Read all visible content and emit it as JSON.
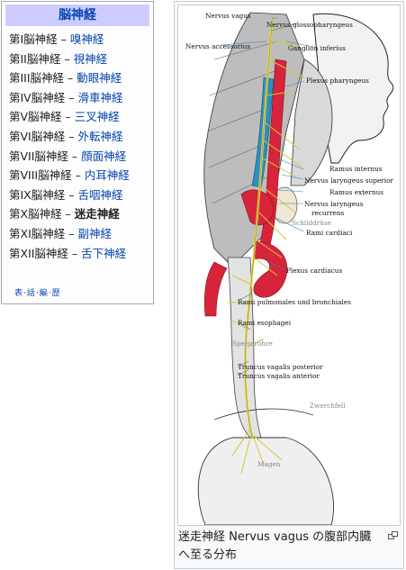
{
  "navbox": {
    "title": "脳神経",
    "items": [
      {
        "prefix": "第I脳神経",
        "sep": " – ",
        "target": "嗅神経",
        "current": false
      },
      {
        "prefix": "第II脳神経",
        "sep": " – ",
        "target": "視神経",
        "current": false
      },
      {
        "prefix": "第III脳神経",
        "sep": " – ",
        "target": "動眼神経",
        "current": false
      },
      {
        "prefix": "第IV脳神経",
        "sep": " – ",
        "target": "滑車神経",
        "current": false
      },
      {
        "prefix": "第V脳神経",
        "sep": " – ",
        "target": "三叉神経",
        "current": false
      },
      {
        "prefix": "第VI脳神経",
        "sep": " – ",
        "target": "外転神経",
        "current": false
      },
      {
        "prefix": "第VII脳神経",
        "sep": " – ",
        "target": "顔面神経",
        "current": false
      },
      {
        "prefix": "第VIII脳神経",
        "sep": " – ",
        "target": "内耳神経",
        "current": false
      },
      {
        "prefix": "第IX脳神経",
        "sep": " – ",
        "target": "舌咽神経",
        "current": false
      },
      {
        "prefix": "第X脳神経",
        "sep": " – ",
        "target": "迷走神経",
        "current": true
      },
      {
        "prefix": "第XI脳神経",
        "sep": " – ",
        "target": "副神経",
        "current": false
      },
      {
        "prefix": "第XII脳神経",
        "sep": " – ",
        "target": "舌下神経",
        "current": false
      }
    ],
    "vde": {
      "view": "表",
      "talk": "話",
      "edit": "編",
      "history": "歴",
      "dot": "·"
    }
  },
  "figure": {
    "caption": "迷走神経 Nervus vagus の腹部内臓へ至る分布",
    "magnify_icon": "magnify-clip-icon",
    "labels": {
      "nervus_vagus": "Nervus vagus",
      "glossopharyngeus": "Nervus glossopharyngeus",
      "accessorius": "Nervus accessorius",
      "ganglion": "Ganglion inferius",
      "plexus_pharyngeus": "Plexus pharyngeus",
      "ramus_internus": "Ramus internus",
      "laryngeus_superior": "Nervus laryngeus superior",
      "ramus_externus": "Ramus externus",
      "laryngeus_recurrens_1": "Nervus laryngeus",
      "laryngeus_recurrens_2": "recurrens",
      "schilddruse": "Schilddrüse",
      "rami_cardiaci": "Rami cardiaci",
      "plexus_cardiacus": "Plexus cardiacus",
      "rami_pulmonales": "Rami pulmonales und bronchiales",
      "rami_esophagei": "Rami esophagei",
      "speiserohre": "Speiseröhre",
      "truncus_posterior": "Truncus vagalis posterior",
      "truncus_anterior": "Truncus vagalis anterior",
      "zwerchfell": "Zwerchfell",
      "magen": "Magen"
    },
    "colors": {
      "artery": "#d8243b",
      "vein": "#2d8fc4",
      "nerve": "#e6d84a",
      "muscle": "#9a9a9a"
    }
  }
}
